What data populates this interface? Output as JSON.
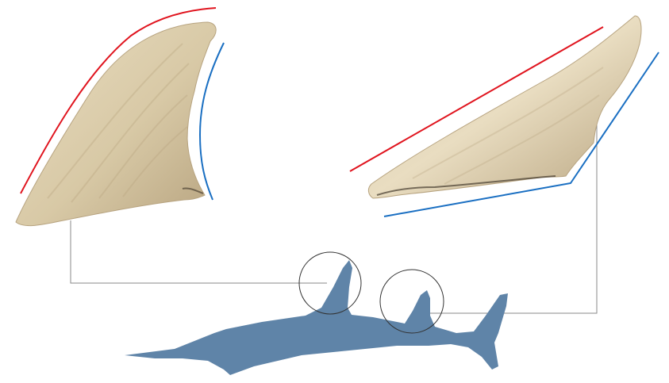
{
  "colors": {
    "background": "#ffffff",
    "fin_base": "#d8c9a6",
    "fin_light": "#e9ddc1",
    "fin_shadow": "#b7a37f",
    "fin_edge": "#3b3125",
    "leading_edge_line": "#e0141e",
    "trailing_edge_line": "#1a6fc2",
    "connector_line": "#8a8a8a",
    "highlight_circle": "#333333",
    "shark_silhouette": "#5f84a8"
  },
  "elements": {
    "left_fin": "first-dorsal-fin-photo",
    "right_fin": "second-dorsal-fin-photo",
    "shark": "shark-silhouette"
  }
}
